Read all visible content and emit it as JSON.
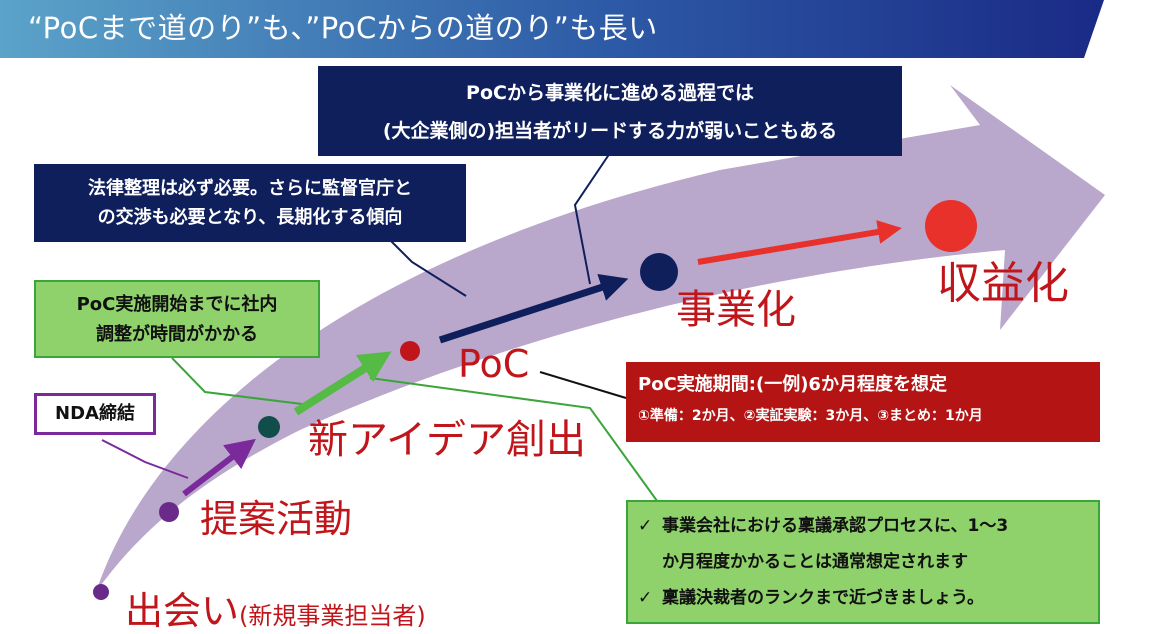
{
  "header": {
    "title": "“PoCまで道のり”も、”PoCからの道のり”も長い"
  },
  "callouts": {
    "top": {
      "line1": "PoCから事業化に進める過程では",
      "line2": "(大企業側の)担当者がリードする力が弱いこともある"
    },
    "legal": {
      "line1": "法律整理は必ず必要。さらに監督官庁と",
      "line2": "の交渉も必要となり、長期化する傾向"
    },
    "internal": {
      "line1": "PoC実施開始までに社内",
      "line2": "調整が時間がかかる"
    },
    "nda": {
      "label": "NDA締結"
    },
    "poc_period": {
      "title": "PoC実施期間:(一例)6か月程度を想定",
      "detail": "①準備：2か月、②実証実験：3か月、③まとめ：1か月"
    },
    "approval": {
      "check": "✓",
      "line1": "事業会社における稟議承認プロセスに、1～3",
      "line2": "か月程度かかることは通常想定されます",
      "line3": "稟議決裁者のランクまで近づきましょう。"
    }
  },
  "stages": {
    "meet": "出会い",
    "meet_sub": "(新規事業担当者)",
    "proposal": "提案活動",
    "idea": "新アイデア創出",
    "poc": "PoC",
    "business": "事業化",
    "revenue": "収益化"
  },
  "colors": {
    "header_light": "#5ba3c9",
    "header_dark": "#1a2a86",
    "big_arrow": "#b9a7cc",
    "navy": "#0f1f5c",
    "green": "#8fd16a",
    "purple": "#7a2a9a",
    "red": "#c0161b",
    "teal": "#114d4a"
  }
}
